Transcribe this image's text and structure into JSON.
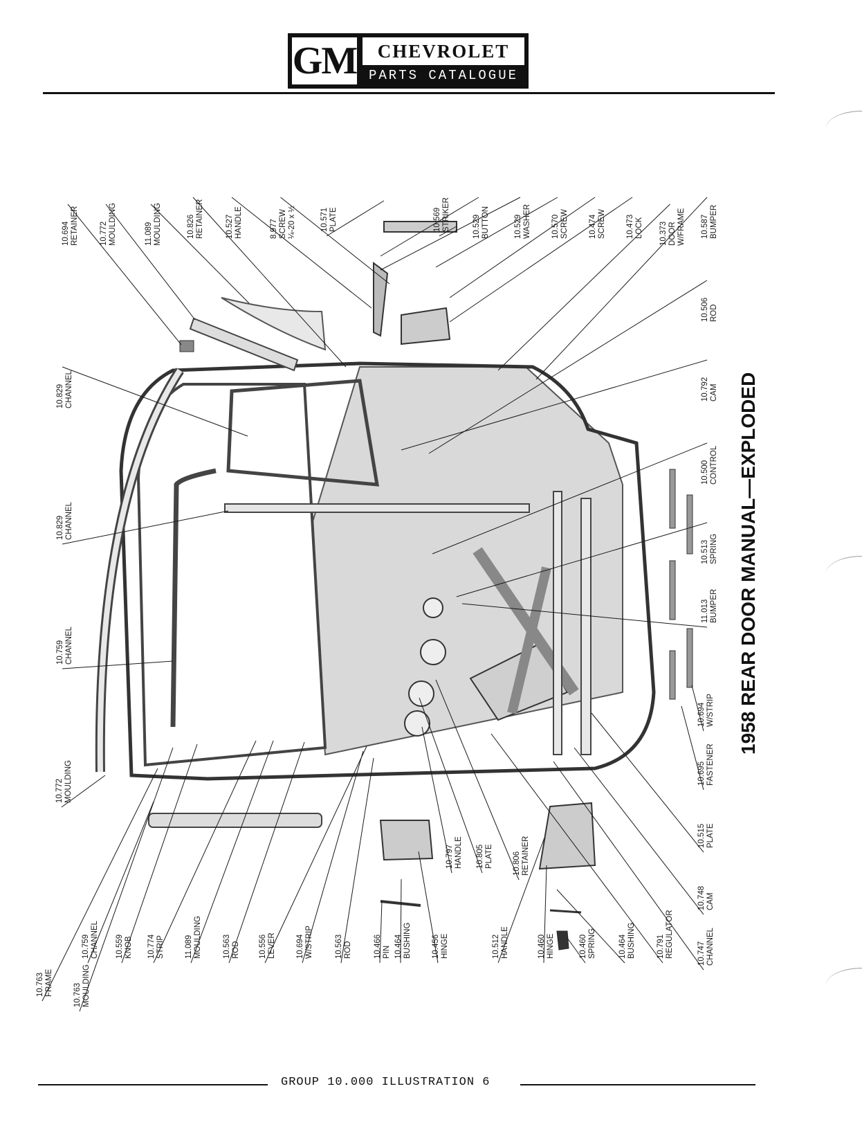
{
  "header": {
    "logo_gm": "GM",
    "logo_brand": "CHEVROLET",
    "logo_subtitle": "PARTS CATALOGUE"
  },
  "illustration": {
    "title": "1958 REAR DOOR MANUAL—EXPLODED",
    "callouts": [
      {
        "id": "retainer-10694",
        "lines": [
          "10.694",
          "RETAINER"
        ]
      },
      {
        "id": "moulding-10772-top",
        "lines": [
          "10.772",
          "MOULDING"
        ]
      },
      {
        "id": "moulding-11089-top",
        "lines": [
          "11.089",
          "MOULDING"
        ]
      },
      {
        "id": "retainer-10826",
        "lines": [
          "10.826",
          "RETAINER"
        ]
      },
      {
        "id": "handle-10527",
        "lines": [
          "10.527",
          "HANDLE"
        ]
      },
      {
        "id": "screw-8977",
        "lines": [
          "8.977",
          "SCREW",
          "¼-20 x ½"
        ]
      },
      {
        "id": "plate-10571",
        "lines": [
          "10.571",
          "PLATE"
        ]
      },
      {
        "id": "striker-10569",
        "lines": [
          "10.569",
          "STRIKER"
        ]
      },
      {
        "id": "button-10529",
        "lines": [
          "10.529",
          "BUTTON"
        ]
      },
      {
        "id": "washer-10529",
        "lines": [
          "10.529",
          "WASHER"
        ]
      },
      {
        "id": "screw-10570",
        "lines": [
          "10.570",
          "SCREW"
        ]
      },
      {
        "id": "screw-10474",
        "lines": [
          "10.474",
          "SCREW"
        ]
      },
      {
        "id": "lock-10473",
        "lines": [
          "10.473",
          "LOCK"
        ]
      },
      {
        "id": "door-10373",
        "lines": [
          "10.373",
          "DOOR",
          "W/FRAME"
        ]
      },
      {
        "id": "bumper-10587",
        "lines": [
          "10.587",
          "BUMPER"
        ]
      },
      {
        "id": "rod-10506",
        "lines": [
          "10.506",
          "ROD"
        ]
      },
      {
        "id": "cam-10792",
        "lines": [
          "10.792",
          "CAM"
        ]
      },
      {
        "id": "control-10500",
        "lines": [
          "10.500",
          "CONTROL"
        ]
      },
      {
        "id": "spring-10513",
        "lines": [
          "10.513",
          "SPRING"
        ]
      },
      {
        "id": "bumper-11013",
        "lines": [
          "11.013",
          "BUMPER"
        ]
      },
      {
        "id": "wstrip-10694-right",
        "lines": [
          "10.694",
          "W/STRIP"
        ]
      },
      {
        "id": "fastener-10695",
        "lines": [
          "10.695",
          "FASTENER"
        ]
      },
      {
        "id": "plate-10515",
        "lines": [
          "10.515",
          "PLATE"
        ]
      },
      {
        "id": "cam-10748",
        "lines": [
          "10.748",
          "CAM"
        ]
      },
      {
        "id": "channel-10747",
        "lines": [
          "10.747",
          "CHANNEL"
        ]
      },
      {
        "id": "regulator-10791",
        "lines": [
          "10.791",
          "REGULATOR"
        ]
      },
      {
        "id": "bushing-10464-right",
        "lines": [
          "10.464",
          "BUSHING"
        ]
      },
      {
        "id": "spring-10460",
        "lines": [
          "10.460",
          "SPRING"
        ]
      },
      {
        "id": "hinge-10460",
        "lines": [
          "10.460",
          "HINGE"
        ]
      },
      {
        "id": "handle-10512",
        "lines": [
          "10.512",
          "HANDLE"
        ]
      },
      {
        "id": "retainer-10806",
        "lines": [
          "10.806",
          "RETAINER"
        ]
      },
      {
        "id": "plate-10805",
        "lines": [
          "10.805",
          "PLATE"
        ]
      },
      {
        "id": "handle-10797",
        "lines": [
          "10.797",
          "HANDLE"
        ]
      },
      {
        "id": "hinge-10456",
        "lines": [
          "10.456",
          "HINGE"
        ]
      },
      {
        "id": "bushing-10464-left",
        "lines": [
          "10.464",
          "BUSHING"
        ]
      },
      {
        "id": "pin-10466",
        "lines": [
          "10.466",
          "PIN"
        ]
      },
      {
        "id": "rod-10563-b",
        "lines": [
          "10.563",
          "ROD"
        ]
      },
      {
        "id": "wstrip-10694-bottom",
        "lines": [
          "10.694",
          "W/STRIP"
        ]
      },
      {
        "id": "lever-10556",
        "lines": [
          "10.556",
          "LEVER"
        ]
      },
      {
        "id": "rod-10563-a",
        "lines": [
          "10.563",
          "ROD"
        ]
      },
      {
        "id": "moulding-11089-bottom",
        "lines": [
          "11.089",
          "MOULDING"
        ]
      },
      {
        "id": "strip-10774",
        "lines": [
          "10.774",
          "STRIP"
        ]
      },
      {
        "id": "knob-10559",
        "lines": [
          "10.559",
          "KNOB"
        ]
      },
      {
        "id": "channel-10759-bottom",
        "lines": [
          "10.759",
          "CHANNEL"
        ]
      },
      {
        "id": "moulding-10763",
        "lines": [
          "10.763",
          "MOULDING"
        ]
      },
      {
        "id": "frame-10763",
        "lines": [
          "10.763",
          "FRAME"
        ]
      },
      {
        "id": "moulding-10772-left",
        "lines": [
          "10.772",
          "MOULDING"
        ]
      },
      {
        "id": "channel-10759-left",
        "lines": [
          "10.759",
          "CHANNEL"
        ]
      },
      {
        "id": "channel-10829-mid",
        "lines": [
          "10.829",
          "CHANNEL"
        ]
      },
      {
        "id": "channel-10829-top",
        "lines": [
          "10.829",
          "CHANNEL"
        ]
      }
    ]
  },
  "footer": {
    "text": "GROUP 10.000 ILLUSTRATION 6"
  }
}
